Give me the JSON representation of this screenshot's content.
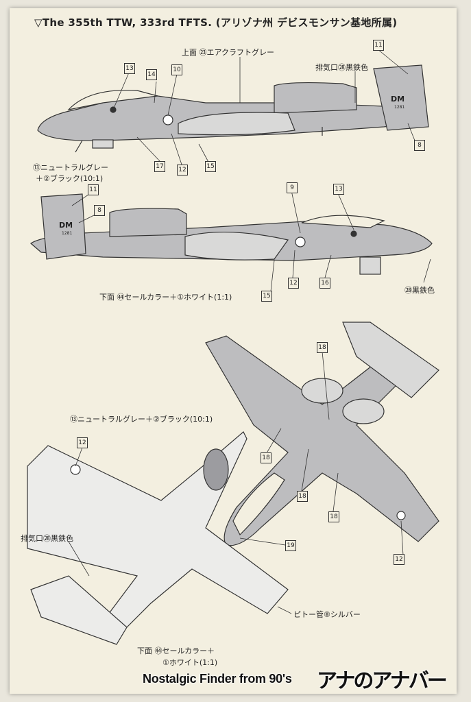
{
  "title": "▽The 355th TTW, 333rd TFTS. (アリゾナ州 デビスモンサン基地所属)",
  "labels": {
    "upper_color": "上面 ㉓エアクラフトグレー",
    "exhaust_top": "排気口㉘黒鉄色",
    "neutral_mix_1": "⑬ニュートラルグレー",
    "neutral_mix_2": "＋②ブラック(10:1)",
    "lower_color": "下面 ㊹セールカラー＋①ホワイト(1:1)",
    "exhaust_mid": "㉘黒鉄色",
    "neutral_mix_full": "⑬ニュートラルグレー＋②ブラック(10:1)",
    "exhaust_bottom": "排気口㉘黒鉄色",
    "pitot": "ピトー管⑧シルバー",
    "lower_color_2a": "下面 ㊹セールカラー＋",
    "lower_color_2b": "①ホワイト(1:1)"
  },
  "tail_code": "DM",
  "tail_number": "1281",
  "markers": {
    "m13a": "13",
    "m14": "14",
    "m10": "10",
    "m11a": "11",
    "m8a": "8",
    "m17": "17",
    "m12a": "12",
    "m15a": "15",
    "m11b": "11",
    "m8b": "8",
    "m9": "9",
    "m13b": "13",
    "m12b": "12",
    "m15b": "15",
    "m16": "16",
    "m18a": "18",
    "m12c": "12",
    "m18b": "18",
    "m18c": "18",
    "m18d": "18",
    "m19": "19",
    "m12d": "12"
  },
  "watermark": "Nostalgic Finder from 90's",
  "logo": "アナのアナバー"
}
